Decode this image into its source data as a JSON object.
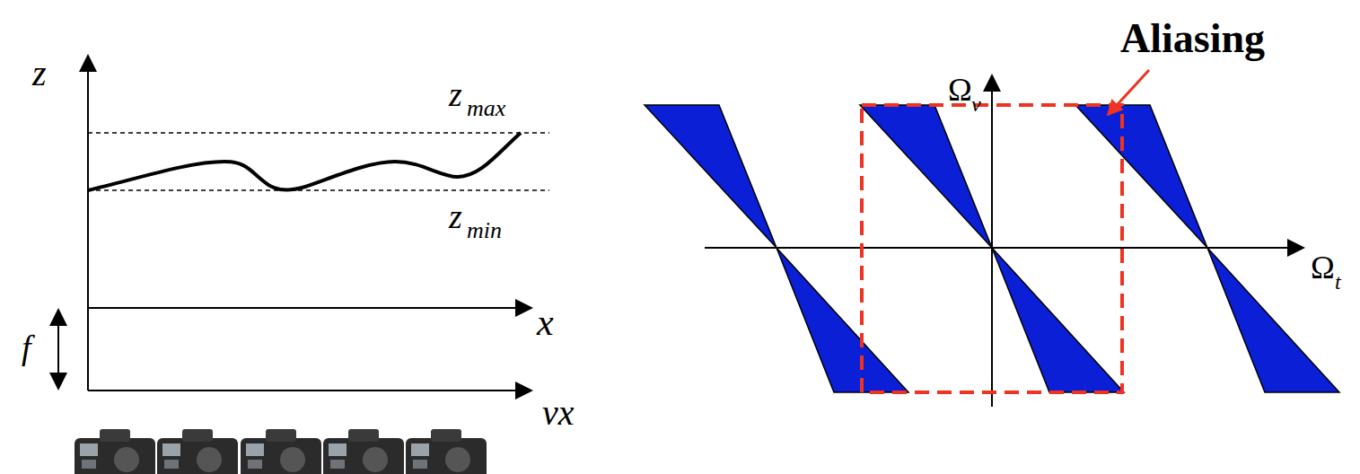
{
  "diagram": {
    "labels": [
      "z",
      "z",
      "max",
      "z",
      "min",
      "x",
      "f",
      "vx",
      "Ω",
      "v",
      "Aliasing",
      "Ω",
      "t"
    ]
  }
}
